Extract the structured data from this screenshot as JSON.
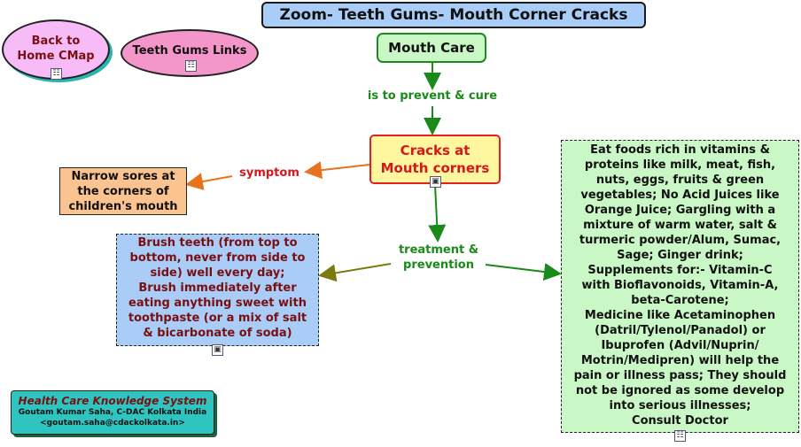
{
  "title": "Zoom- Teeth Gums- Mouth Corner Cracks",
  "nav": {
    "home_label_lines": [
      "Back to",
      "Home CMap"
    ],
    "links_label": "Teeth Gums Links"
  },
  "nodes": {
    "mouth_care": "Mouth Care",
    "cracks_lines": [
      "Cracks at",
      "Mouth corners"
    ],
    "narrow_lines": [
      "Narrow sores at",
      "the corners of",
      "children's mouth"
    ],
    "brush_lines": [
      "Brush teeth (from top to",
      "bottom, never from side to",
      "side) well every day;",
      "Brush immediately after",
      "eating anything sweet with",
      "toothpaste (or a mix of salt",
      "& bicarbonate of soda)"
    ],
    "eat_lines": [
      "Eat foods rich in vitamins &",
      "proteins like milk, meat, fish,",
      "nuts, eggs, fruits & green",
      "vegetables; No Acid Juices like",
      "Orange Juice; Gargling with a",
      "mixture of warm water, salt &",
      "turmeric powder/Alum, Sumac,",
      "Sage; Ginger drink;",
      "Supplements for:- Vitamin-C",
      "with Bioflavonoids, Vitamin-A,",
      "beta-Carotene;",
      "Medicine like Acetaminophen",
      "(Datril/Tylenol/Panadol) or",
      "Ibuprofen (Advil/Nuprin/",
      "Motrin/Medipren) will help the",
      "pain or illness pass; They should",
      "not be ignored as some develop",
      "into serious illnesses;",
      "Consult Doctor"
    ]
  },
  "links": {
    "prevent": "is to prevent & cure",
    "symptom": "symptom",
    "treatment_lines": [
      "treatment &",
      "prevention"
    ]
  },
  "footer": {
    "title": "Health Care Knowledge System",
    "author": "Goutam Kumar Saha, C-DAC Kolkata India",
    "email": "<goutam.saha@cdackolkata.in>"
  },
  "colors": {
    "title_bg": "#a9cdf6",
    "green_arrow": "#1a8a1a",
    "orange_arrow": "#e8731e",
    "olive_arrow": "#7a7a10",
    "accent_red": "#d4181b"
  },
  "icons": [
    "cmap-link-icon",
    "image-icon"
  ]
}
